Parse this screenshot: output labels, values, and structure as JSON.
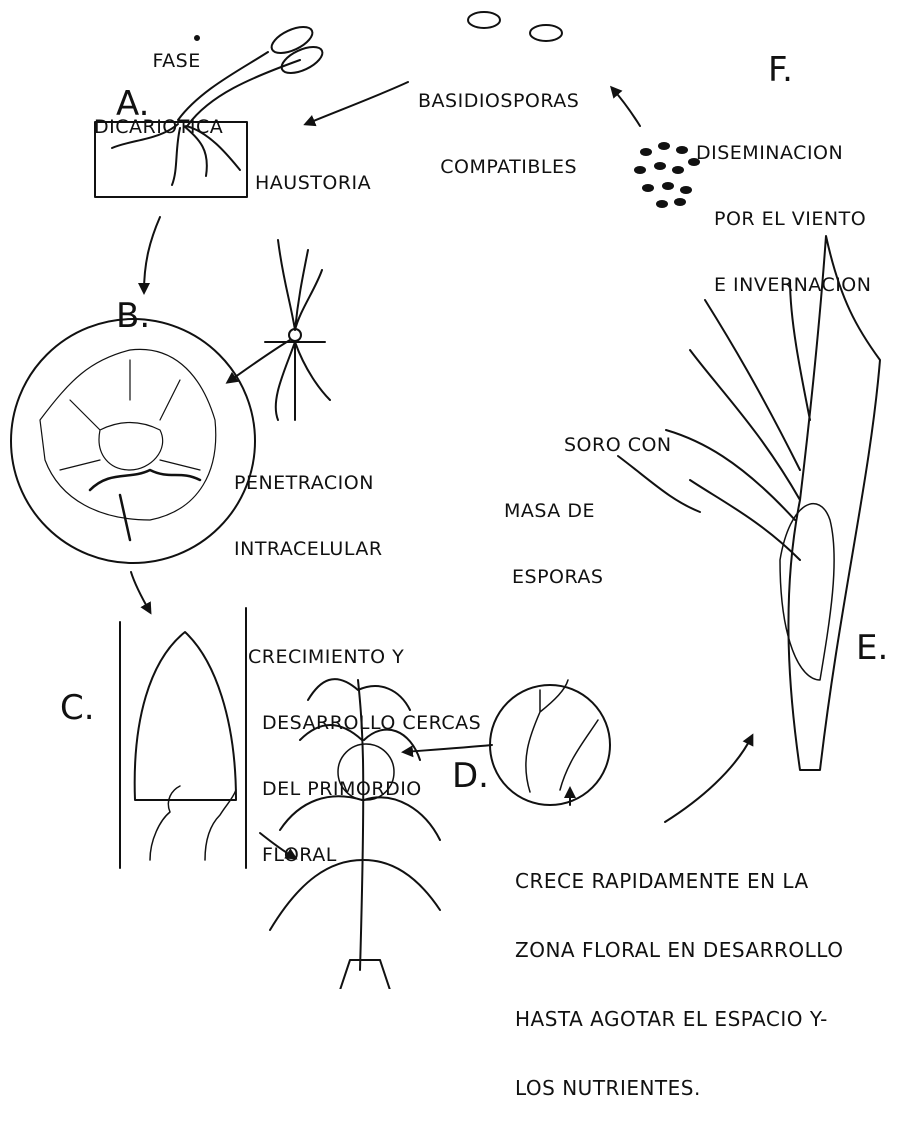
{
  "stages": {
    "A": {
      "letter": "A.",
      "phase_label": [
        "FASE",
        "DICARIOTICA"
      ],
      "structure_label": "HAUSTORIA"
    },
    "B": {
      "letter": "B.",
      "caption": [
        "PENETRACION",
        "INTRACELULAR"
      ]
    },
    "C": {
      "letter": "C.",
      "caption": [
        "CRECIMIENTO Y",
        "DESARROLLO CERCAS",
        "DEL PRIMORDIO",
        "FLORAL"
      ]
    },
    "D": {
      "letter": "D.",
      "caption": [
        "CRECE RAPIDAMENTE EN LA",
        "ZONA FLORAL EN DESARROLLO",
        "HASTA AGOTAR EL ESPACIO Y-",
        "LOS NUTRIENTES."
      ]
    },
    "E": {
      "letter": "E.",
      "caption": [
        "SORO CON",
        "MASA DE",
        "ESPORAS"
      ]
    },
    "F": {
      "letter": "F.",
      "caption": [
        "DISEMINACION",
        "POR EL VIENTO",
        "E INVERNACION"
      ],
      "spores_label": [
        "BASIDIOSPORAS",
        "COMPATIBLES"
      ]
    }
  },
  "colors": {
    "ink": "#111111",
    "background": "#ffffff"
  }
}
